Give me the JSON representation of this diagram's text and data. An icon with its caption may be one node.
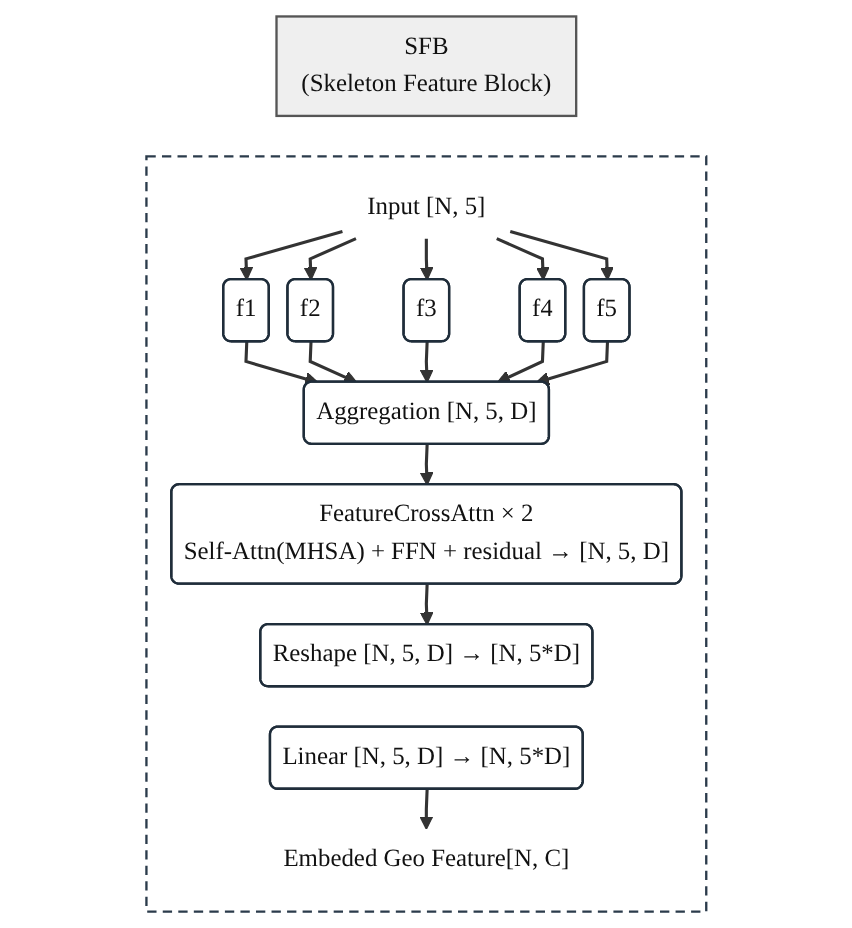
{
  "diagram": {
    "nodes": [
      {
        "text": [
          "SFB",
          "(Skeleton Feature Block)"
        ]
      },
      {
        "text": [],
        "shape": "box"
      },
      {
        "text": [
          "Input [N, 5]"
        ],
        "in": 1
      },
      {
        "text": [
          "f1"
        ],
        "in": 1
      },
      {
        "text": [
          "f2"
        ],
        "in": 1
      },
      {
        "text": [
          "f3"
        ],
        "in": 1
      },
      {
        "text": [
          "f4"
        ],
        "in": 1
      },
      {
        "text": [
          "f5"
        ],
        "in": 1
      },
      {
        "text": [
          "Aggregation [N, 5, D]"
        ],
        "in": 1
      },
      {
        "text": [
          "FeatureCrossAttn × 2",
          "Self-Attn(MHSA) + FFN + residual → [N, 5, D]"
        ],
        "in": 1
      },
      {
        "text": [
          "Reshape [N, 5, D] → [N, 5*D]"
        ],
        "in": 1
      },
      {
        "text": [
          "Linear [N, 5, D] → [N, 5*D]"
        ],
        "in": 1
      },
      {
        "text": [
          "Embeded Geo Feature[N, C]"
        ],
        "in": 1
      }
    ],
    "edges": [
      {
        "from": 2,
        "to": 3,
        "arrow": "to"
      },
      {
        "from": 2,
        "to": 4,
        "arrow": "to"
      },
      {
        "from": 2,
        "to": 5,
        "arrow": "to"
      },
      {
        "from": 2,
        "to": 6,
        "arrow": "to"
      },
      {
        "from": 2,
        "to": 7,
        "arrow": "to"
      },
      {
        "from": 3,
        "to": 8,
        "arrow": "to"
      },
      {
        "from": 4,
        "to": 8,
        "arrow": "to"
      },
      {
        "from": 5,
        "to": 8,
        "arrow": "to"
      },
      {
        "from": 6,
        "to": 8,
        "arrow": "to"
      },
      {
        "from": 7,
        "to": 8,
        "arrow": "to"
      },
      {
        "from": 8,
        "to": 9,
        "arrow": "to"
      },
      {
        "from": 9,
        "to": 10,
        "arrow": "to"
      },
      {
        "from": 11,
        "to": 12,
        "arrow": "to"
      }
    ]
  }
}
